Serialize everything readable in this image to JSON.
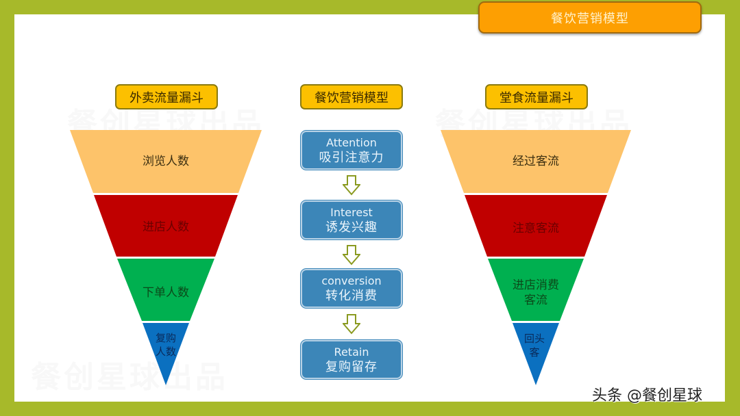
{
  "header": {
    "title": "餐饮营销模型"
  },
  "colors": {
    "frame": "#a7b92a",
    "header_tab": "#fd9f02",
    "label_box": "#fcc000",
    "step_box": "#3c86b8",
    "funnel_top": "#fdc36a",
    "funnel_red": "#c00000",
    "funnel_green": "#00b050",
    "funnel_blue": "#0b70c0"
  },
  "watermark": "餐创星球出品",
  "left_funnel": {
    "title": "外卖流量漏斗",
    "layers": [
      {
        "label": "浏览人数"
      },
      {
        "label": "进店人数"
      },
      {
        "label": "下单人数"
      },
      {
        "label_line1": "复购",
        "label_line2": "人数"
      }
    ]
  },
  "middle": {
    "title": "餐饮营销模型",
    "steps": [
      {
        "en": "Attention",
        "cn": "吸引注意力"
      },
      {
        "en": "Interest",
        "cn": "诱发兴趣"
      },
      {
        "en": "conversion",
        "cn": "转化消费"
      },
      {
        "en": "Retain",
        "cn": "复购留存"
      }
    ],
    "arrow_icon": "down-arrow-outline"
  },
  "right_funnel": {
    "title": "堂食流量漏斗",
    "layers": [
      {
        "label": "经过客流"
      },
      {
        "label": "注意客流"
      },
      {
        "label_line1": "进店消费",
        "label_line2": "客流"
      },
      {
        "label_line1": "回头",
        "label_line2": "客"
      }
    ]
  },
  "footer": {
    "credit": "头条 @餐创星球"
  }
}
